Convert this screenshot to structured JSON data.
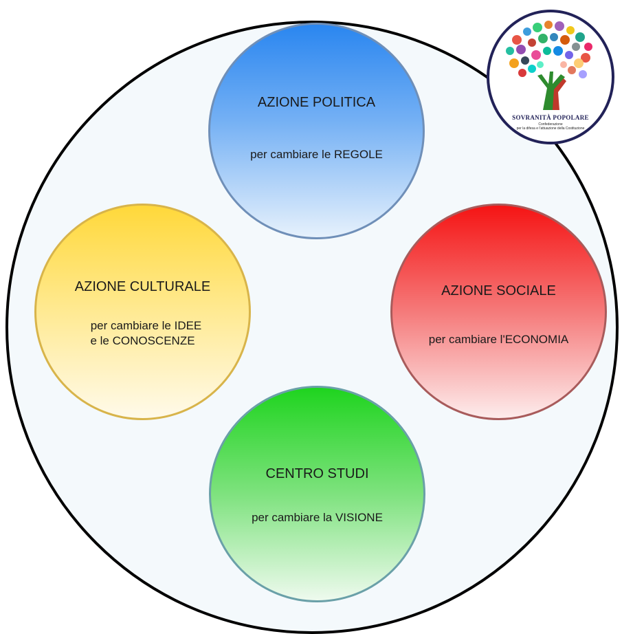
{
  "circles": {
    "politica": {
      "title": "AZIONE POLITICA",
      "subtitle": "per cambiare le REGOLE"
    },
    "culturale": {
      "title": "AZIONE CULTURALE",
      "subtitle_line1": "per cambiare le IDEE",
      "subtitle_line2": "e le CONOSCENZE"
    },
    "sociale": {
      "title": "AZIONE SOCIALE",
      "subtitle": "per cambiare l'ECONOMIA"
    },
    "studi": {
      "title": "CENTRO STUDI",
      "subtitle": "per cambiare la VISIONE"
    }
  },
  "logo": {
    "name": "SOVRANITÀ POPOLARE",
    "tagline_line1": "Confederazione",
    "tagline_line2": "per la difesa e l'attuazione della Costituzione"
  },
  "colors": {
    "politica": "#2a86f0",
    "culturale": "#ffd83a",
    "sociale": "#f51414",
    "studi": "#1fd41f"
  }
}
